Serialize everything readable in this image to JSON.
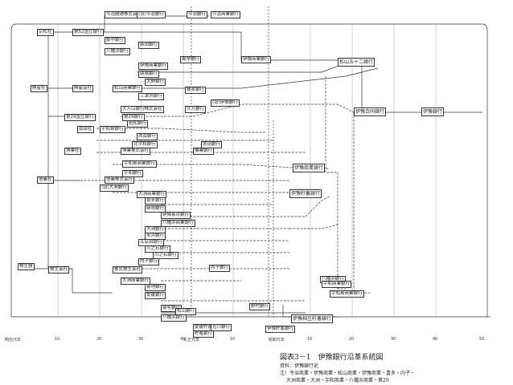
{
  "figure": {
    "title": "図表3－1　伊豫銀行沿革系統図",
    "source": "資料：伊豫銀行史",
    "note_line1": "注）今治商業・伊豫商業・松山商業・伊豫商業・喜多・内子・",
    "note_line2": "大洲商業・大洲・宇和商業・八幡浜商業・第29"
  },
  "axis": {
    "left_label": "明治元年",
    "mid_label": "大正元年",
    "right_label": "昭和元年",
    "ticks": [
      "10",
      "20",
      "30",
      "40",
      "10",
      "10",
      "20",
      "30",
      "40",
      "50"
    ]
  },
  "nodes": [
    {
      "name": "node-imabari-kokusai",
      "label": "今治融通株式会社"
    },
    {
      "name": "node-imabari-ginko",
      "label": "今治銀行"
    },
    {
      "name": "node-imabari-shogyo",
      "label": "今治商業銀行"
    },
    {
      "name": "node-52",
      "label": "第52国立銀行"
    },
    {
      "name": "node-i52",
      "label": "(旧)今治銀行"
    },
    {
      "name": "node-soushinsha",
      "label": "宗松社"
    },
    {
      "name": "node-gunchu",
      "label": "郡中銀行"
    },
    {
      "name": "node-shinden",
      "label": "新田銀行"
    },
    {
      "name": "node-yawatahama",
      "label": "八幡浜銀行"
    },
    {
      "name": "node-iyo-shogyo",
      "label": "伊豫商業銀行"
    },
    {
      "name": "node-kazaya",
      "label": "風早銀行"
    },
    {
      "name": "node-iyo-shogyo2",
      "label": "伊豫商業銀行"
    },
    {
      "name": "node-asahi",
      "label": "朝陽銀行"
    },
    {
      "name": "node-matsuyama52",
      "label": "松山五十二銀行"
    },
    {
      "name": "node-kiryu",
      "label": "興産社"
    },
    {
      "name": "node-kosan",
      "label": "興産会社"
    },
    {
      "name": "node-matsuyama-shogyo",
      "label": "松山商業銀行"
    },
    {
      "name": "node-ozu",
      "label": "大野銀行"
    },
    {
      "name": "node-sakura",
      "label": "櫻原銀行"
    },
    {
      "name": "node-mitsu",
      "label": "三津浜銀行"
    },
    {
      "name": "node-kuma",
      "label": "久万山銀行株式会社"
    },
    {
      "name": "node-kumabank",
      "label": "久万銀行"
    },
    {
      "name": "node-old-iyo",
      "label": "(旧)伊豫銀行"
    },
    {
      "name": "node-iyo-godo",
      "label": "伊豫合同銀行"
    },
    {
      "name": "node-iyo-bank",
      "label": "伊豫銀行"
    },
    {
      "name": "node-29",
      "label": "第29国立銀行"
    },
    {
      "name": "node-29b",
      "label": "第29銀行"
    },
    {
      "name": "node-nanbu",
      "label": "南部社"
    },
    {
      "name": "node-uwa",
      "label": "宇和島銀行"
    },
    {
      "name": "node-iwamatsu",
      "label": "岩松銀行"
    },
    {
      "name": "node-saiko",
      "label": "西南銀行"
    },
    {
      "name": "node-kitaura",
      "label": "北宇和銀行"
    },
    {
      "name": "node-haku",
      "label": "博業株式会社"
    },
    {
      "name": "node-haku2",
      "label": "博業社"
    },
    {
      "name": "node-kino",
      "label": "機業銀行"
    },
    {
      "name": "node-yoshida",
      "label": "吉田銀行"
    },
    {
      "name": "node-uwaji",
      "label": "宇和島商業銀行"
    },
    {
      "name": "node-uwa-ginko",
      "label": "宇和銀行"
    },
    {
      "name": "node-iyo-shogin",
      "label": "伊豫商業銀行"
    },
    {
      "name": "node-sino",
      "label": "信義社"
    },
    {
      "name": "node-sino2",
      "label": "信義株式会社"
    },
    {
      "name": "node-old-ozu",
      "label": "(旧)大洲銀行"
    },
    {
      "name": "node-ozu-shogyo",
      "label": "大洲商業銀行"
    },
    {
      "name": "node-kita",
      "label": "喜多銀行"
    },
    {
      "name": "node-niiya",
      "label": "新谷銀行"
    },
    {
      "name": "node-iyo-cho",
      "label": "伊豫貯蓄銀行"
    },
    {
      "name": "node-iyo-chosho",
      "label": "伊豫長浜銀行"
    },
    {
      "name": "node-yawata-kai",
      "label": "八幡浜商業銀行"
    },
    {
      "name": "node-ozu-b",
      "label": "大洲銀行"
    },
    {
      "name": "node-yonehama",
      "label": "米浜銀行"
    },
    {
      "name": "node-gotaida",
      "label": "五反田銀行"
    },
    {
      "name": "node-kawa",
      "label": "川之石銀行"
    },
    {
      "name": "node-kawa2",
      "label": "川之石銀行"
    },
    {
      "name": "node-uchiko",
      "label": "内子銀行"
    },
    {
      "name": "node-uchiko2",
      "label": "内子銀行"
    },
    {
      "name": "node-kensei",
      "label": "検生讃"
    },
    {
      "name": "node-kensei2",
      "label": "検生会社"
    },
    {
      "name": "node-kensei3",
      "label": "株式検生会社"
    },
    {
      "name": "node-ozu-shogin",
      "label": "大洲商業銀行"
    },
    {
      "name": "node-oku",
      "label": "奥地銀行"
    },
    {
      "name": "node-ehime",
      "label": "愛媛銀行"
    },
    {
      "name": "node-ehime-n",
      "label": "野村銀行"
    },
    {
      "name": "node-yawatahama-b",
      "label": "八幡浜銀行"
    },
    {
      "name": "node-uwa-shogin",
      "label": "宇和商業銀行"
    },
    {
      "name": "node-uwa-shogin2",
      "label": "宇和島商業銀行"
    },
    {
      "name": "node-shuku",
      "label": "宿毛銀行"
    },
    {
      "name": "node-matsu",
      "label": "松山銀行"
    },
    {
      "name": "node-yawata",
      "label": "八幡浜銀行"
    },
    {
      "name": "node-ehime-c",
      "label": "愛媛貯蓄銀行"
    },
    {
      "name": "node-ehime-c2",
      "label": "貯蓄銀行"
    },
    {
      "name": "node-iyo-chobank",
      "label": "伊豫貯蓄銀行"
    },
    {
      "name": "node-iyo-kyoryo",
      "label": "伊豫相互貯蓄銀行"
    },
    {
      "name": "node-hikari",
      "label": "光川銀行"
    }
  ]
}
